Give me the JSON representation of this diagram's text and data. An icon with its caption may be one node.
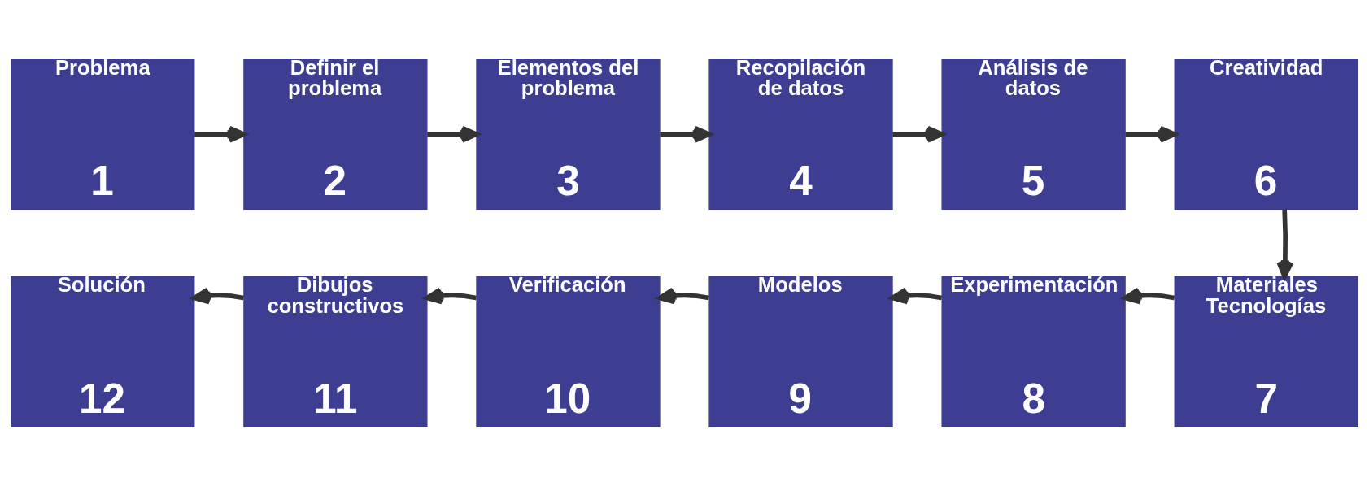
{
  "diagram": {
    "nodes": [
      {
        "text": [
          "Problema",
          "1"
        ]
      },
      {
        "text": [
          "Definir el problema",
          "2"
        ]
      },
      {
        "text": [
          "Elementos del problema",
          "3"
        ]
      },
      {
        "text": [
          "Recopilación de datos",
          "4"
        ]
      },
      {
        "text": [
          "Análisis de datos",
          "5"
        ]
      },
      {
        "text": [
          "Creatividad",
          "6"
        ]
      },
      {
        "text": [
          "Materiales Tecnologías",
          "7"
        ]
      },
      {
        "text": [
          "Experimentación",
          "8"
        ]
      },
      {
        "text": [
          "Modelos",
          "9"
        ]
      },
      {
        "text": [
          "Verificación",
          "10"
        ]
      },
      {
        "text": [
          "Dibujos constructivos",
          "11"
        ]
      },
      {
        "text": [
          "Solución",
          "12"
        ]
      }
    ],
    "edges": [
      {
        "from": 0,
        "to": 1,
        "arrow": "to"
      },
      {
        "from": 1,
        "to": 2,
        "arrow": "to"
      },
      {
        "from": 2,
        "to": 3,
        "arrow": "to"
      },
      {
        "from": 3,
        "to": 4,
        "arrow": "to"
      },
      {
        "from": 4,
        "to": 5,
        "arrow": "to"
      },
      {
        "from": 5,
        "to": 6,
        "arrow": "to"
      },
      {
        "from": 6,
        "to": 7,
        "arrow": "to"
      },
      {
        "from": 7,
        "to": 8,
        "arrow": "to"
      },
      {
        "from": 8,
        "to": 9,
        "arrow": "to"
      },
      {
        "from": 9,
        "to": 10,
        "arrow": "to"
      },
      {
        "from": 10,
        "to": 11,
        "arrow": "to"
      }
    ]
  }
}
